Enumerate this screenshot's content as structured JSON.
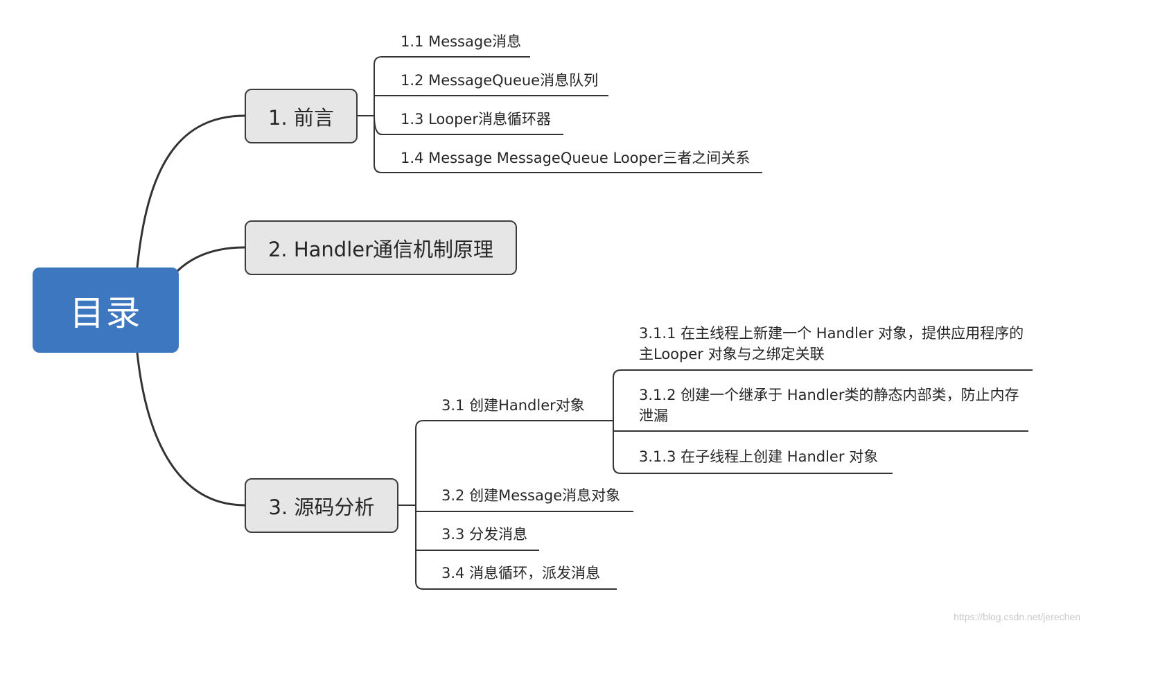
{
  "root": {
    "label": "目录"
  },
  "topics": [
    {
      "label": "1. 前言",
      "children": [
        {
          "label": "1.1 Message消息"
        },
        {
          "label": "1.2 MessageQueue消息队列"
        },
        {
          "label": "1.3 Looper消息循环器"
        },
        {
          "label": "1.4 Message MessageQueue Looper三者之间关系"
        }
      ]
    },
    {
      "label": "2. Handler通信机制原理",
      "children": []
    },
    {
      "label": "3. 源码分析",
      "children": [
        {
          "label": "3.1 创建Handler对象",
          "children": [
            {
              "label": "3.1.1 在主线程上新建一个 Handler 对象，提供应用程序的 主Looper 对象与之绑定关联"
            },
            {
              "label": "3.1.2 创建一个继承于 Handler类的静态内部类，防止内存泄漏"
            },
            {
              "label": "3.1.3 在子线程上创建 Handler 对象"
            }
          ]
        },
        {
          "label": "3.2 创建Message消息对象"
        },
        {
          "label": "3.3 分发消息"
        },
        {
          "label": "3.4 消息循环，派发消息"
        }
      ]
    }
  ],
  "watermark": "https://blog.csdn.net/jerechen",
  "colors": {
    "root": "#3d77bf",
    "topic_fill": "#e6e6e6",
    "line": "#333333"
  }
}
